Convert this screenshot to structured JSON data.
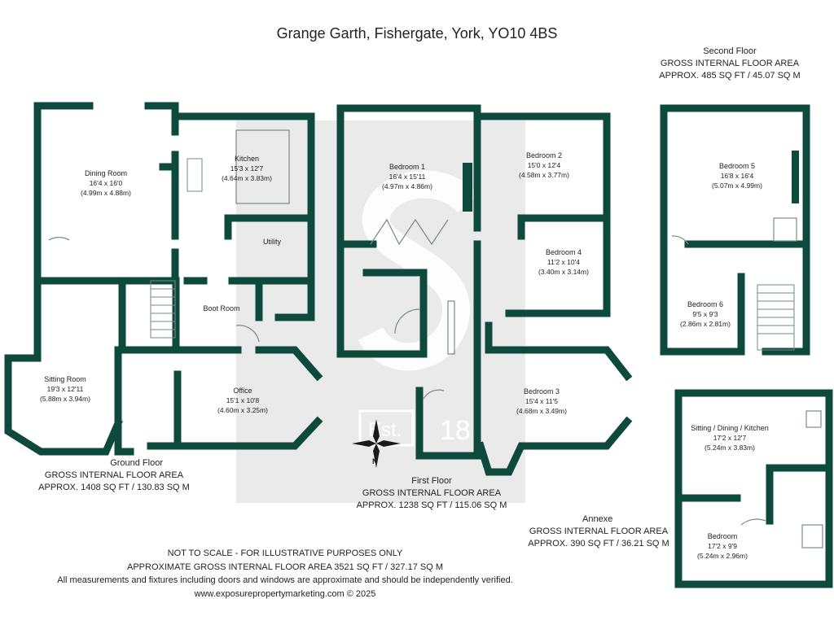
{
  "title": "Grange Garth, Fishergate, York, YO10 4BS",
  "floors": {
    "ground": {
      "name": "Ground Floor",
      "area_label": "GROSS INTERNAL FLOOR AREA",
      "area": "APPROX. 1408 SQ FT / 130.83 SQ M"
    },
    "first": {
      "name": "First Floor",
      "area_label": "GROSS INTERNAL FLOOR AREA",
      "area": "APPROX. 1238 SQ FT / 115.06 SQ M"
    },
    "second": {
      "name": "Second Floor",
      "area_label": "GROSS INTERNAL FLOOR AREA",
      "area": "APPROX. 485 SQ FT / 45.07 SQ M"
    },
    "annexe": {
      "name": "Annexe",
      "area_label": "GROSS INTERNAL FLOOR AREA",
      "area": "APPROX. 390 SQ FT / 36.21 SQ M"
    }
  },
  "rooms": {
    "dining": {
      "name": "Dining Room",
      "dims": "16'4 x 16'0",
      "metric": "(4.99m x 4.88m)"
    },
    "kitchen": {
      "name": "Kitchen",
      "dims": "15'3 x 12'7",
      "metric": "(4.64m x 3.83m)"
    },
    "utility": {
      "name": "Utility"
    },
    "bootroom": {
      "name": "Boot Room"
    },
    "sitting": {
      "name": "Sitting Room",
      "dims": "19'3 x 12'11",
      "metric": "(5.88m x 3.94m)"
    },
    "office": {
      "name": "Office",
      "dims": "15'1 x 10'8",
      "metric": "(4.60m x 3.25m)"
    },
    "bed1": {
      "name": "Bedroom 1",
      "dims": "16'4 x 15'11",
      "metric": "(4.97m x 4.86m)"
    },
    "bed2": {
      "name": "Bedroom 2",
      "dims": "15'0 x 12'4",
      "metric": "(4.58m x 3.77m)"
    },
    "bed4": {
      "name": "Bedroom 4",
      "dims": "11'2 x 10'4",
      "metric": "(3.40m x 3.14m)"
    },
    "bed3": {
      "name": "Bedroom 3",
      "dims": "15'4 x 11'5",
      "metric": "(4.68m x 3.49m)"
    },
    "bed5": {
      "name": "Bedroom 5",
      "dims": "16'8 x 16'4",
      "metric": "(5.07m x 4.99m)"
    },
    "bed6": {
      "name": "Bedroom 6",
      "dims": "9'5 x 9'3",
      "metric": "(2.86m x 2.81m)"
    },
    "sdk": {
      "name": "Sitting / Dining / Kitchen",
      "dims": "17'2 x 12'7",
      "metric": "(5.24m x 3.83m)"
    },
    "annexbed": {
      "name": "Bedroom",
      "dims": "17'2 x 9'9",
      "metric": "(5.24m x 2.96m)"
    }
  },
  "compass": {
    "north": "N"
  },
  "watermark": {
    "est": "Est.",
    "year": "18"
  },
  "footer": {
    "line1": "NOT TO SCALE - FOR ILLUSTRATIVE PURPOSES ONLY",
    "line2": "APPROXIMATE GROSS INTERNAL FLOOR AREA 3521 SQ FT / 327.17 SQ M",
    "line3": "All measurements and fixtures including doors and windows are approximate and should be independently verified.",
    "line4": "www.exposurepropertymarketing.com © 2025"
  },
  "colors": {
    "wall": "#0d4a3c",
    "watermark": "#d9d9d9"
  }
}
